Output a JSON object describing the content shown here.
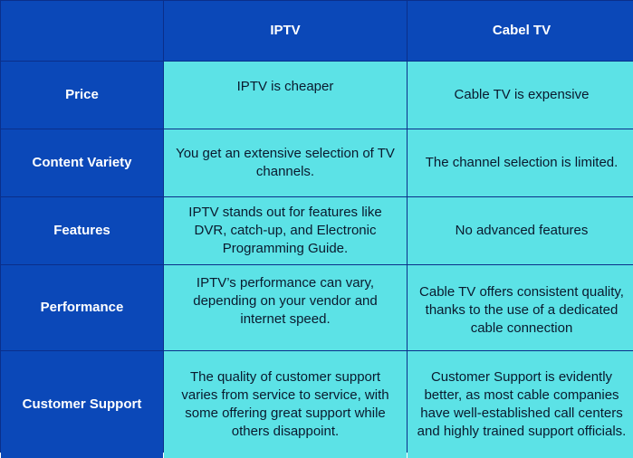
{
  "table": {
    "columns": [
      "",
      "IPTV",
      "Cabel TV"
    ],
    "rows": [
      {
        "label": "Price",
        "iptv": "IPTV is cheaper",
        "cable": "Cable TV is expensive"
      },
      {
        "label": "Content Variety",
        "iptv": "You get an extensive selection of TV channels.",
        "cable": "The channel selection is limited."
      },
      {
        "label": "Features",
        "iptv": "IPTV stands out for features like DVR, catch-up, and Electronic Programming Guide.",
        "cable": "No advanced features"
      },
      {
        "label": "Performance",
        "iptv": "IPTV’s performance can vary, depending on your vendor and internet speed.",
        "cable": "Cable TV offers consistent quality, thanks to the use of a dedicated cable connection"
      },
      {
        "label": "Customer Support",
        "iptv": "The quality of customer support varies from service to service, with some offering great support while others disappoint.",
        "cable": "Customer Support is evidently better, as most cable companies have well-established call centers and highly trained support officials."
      }
    ]
  },
  "colors": {
    "header_bg": "#0b48b8",
    "body_bg": "#5ce2e6",
    "border": "#0b2f8a"
  }
}
